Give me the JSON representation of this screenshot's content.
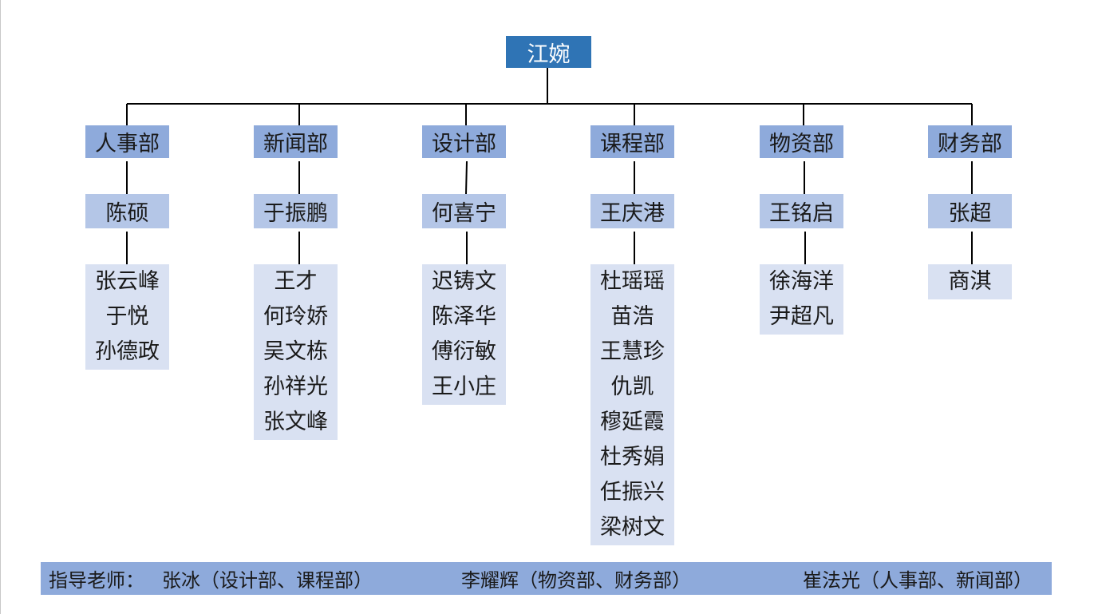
{
  "root": {
    "name": "江婉"
  },
  "departments": [
    {
      "name": "人事部",
      "leader": "陈硕",
      "members": [
        "张云峰",
        "于悦",
        "孙德政"
      ]
    },
    {
      "name": "新闻部",
      "leader": "于振鹏",
      "members": [
        "王才",
        "何玲娇",
        "吴文栋",
        "孙祥光",
        "张文峰"
      ]
    },
    {
      "name": "设计部",
      "leader": "何喜宁",
      "members": [
        "迟铸文",
        "陈泽华",
        "傅衍敏",
        "王小庄"
      ]
    },
    {
      "name": "课程部",
      "leader": "王庆港",
      "members": [
        "杜瑶瑶",
        "苗浩",
        "王慧珍",
        "仇凯",
        "穆延霞",
        "杜秀娟",
        "任振兴",
        "梁树文"
      ]
    },
    {
      "name": "物资部",
      "leader": "王铭启",
      "members": [
        "徐海洋",
        "尹超凡"
      ]
    },
    {
      "name": "财务部",
      "leader": "张超",
      "members": [
        "商淇"
      ]
    }
  ],
  "footer": {
    "label": "指导老师：",
    "advisor_1": "张冰（设计部、课程部）",
    "advisor_2": "李耀辉（物资部、财务部）",
    "advisor_3": "崔法光（人事部、新闻部）"
  }
}
